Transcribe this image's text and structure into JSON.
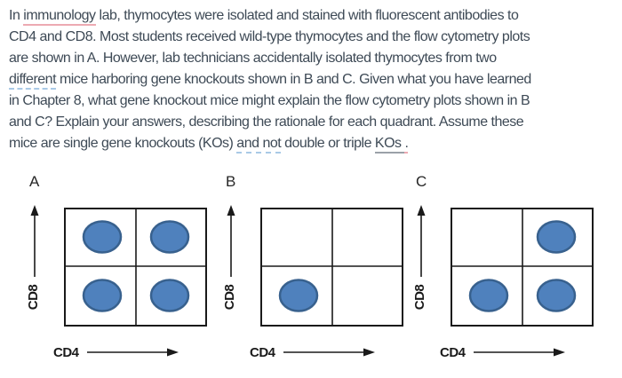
{
  "page": {
    "background": "#ffffff",
    "text_color": "#3e4a56"
  },
  "question": {
    "lines": [
      {
        "runs": [
          {
            "t": "In "
          },
          {
            "t": "immunology",
            "u": "pink"
          },
          {
            "t": " lab, thymocytes were isolated and stained with fluorescent antibodies to"
          }
        ]
      },
      {
        "runs": [
          {
            "t": "CD4 and CD8. Most students received wild-type thymocytes and the flow cytometry plots"
          }
        ]
      },
      {
        "runs": [
          {
            "t": "are shown in A. However, lab technicians accidentally isolated thymocytes from two"
          }
        ]
      },
      {
        "runs": [
          {
            "t": "different",
            "u": "blue"
          },
          {
            "t": " mice harboring gene knockouts shown in B and C. Given what you have learned"
          }
        ]
      },
      {
        "runs": [
          {
            "t": "in Chapter 8, what gene knockout mice might explain the flow cytometry plots shown in B"
          }
        ]
      },
      {
        "runs": [
          {
            "t": "and C? Explain your answers, describing the rationale for each quadrant. Assume these"
          }
        ]
      },
      {
        "runs": [
          {
            "t": "mice are single gene knockouts (KOs) "
          },
          {
            "t": "and not",
            "u": "blue"
          },
          {
            "t": " double or triple "
          },
          {
            "t": "KOs ",
            "u": "gray"
          },
          {
            "t": ".",
            "u": "pink"
          }
        ]
      }
    ],
    "underline_colors": {
      "pink": "#edaab2",
      "blue": "#a9c9e6",
      "gray": "#9ba1a8"
    }
  },
  "figure": {
    "type": "flow-cytometry-quadrant-plots",
    "plots": [
      {
        "label": "A",
        "x_axis": "CD4",
        "y_axis": "CD8",
        "populations": {
          "top_left": true,
          "top_right": true,
          "bottom_left": true,
          "bottom_right": true
        }
      },
      {
        "label": "B",
        "x_axis": "CD4",
        "y_axis": "CD8",
        "populations": {
          "top_left": false,
          "top_right": false,
          "bottom_left": true,
          "bottom_right": false
        }
      },
      {
        "label": "C",
        "x_axis": "CD4",
        "y_axis": "CD8",
        "populations": {
          "top_left": false,
          "top_right": true,
          "bottom_left": true,
          "bottom_right": true
        }
      }
    ],
    "colors": {
      "population_fill": "#4f81bd",
      "population_stroke": "#38618e",
      "axis": "#1a1a1a"
    }
  }
}
